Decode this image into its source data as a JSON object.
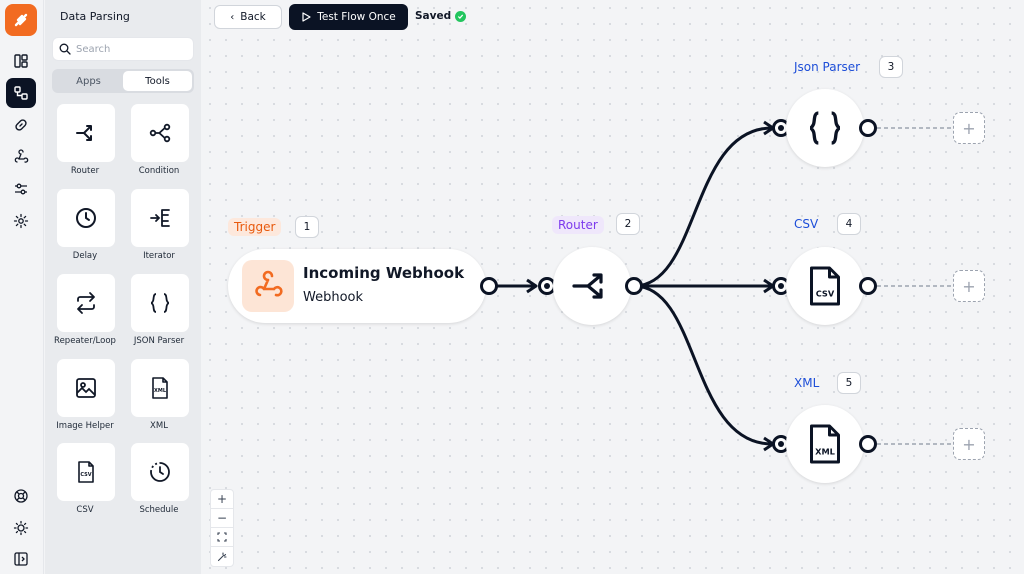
{
  "panel": {
    "title": "Data Parsing",
    "search_placeholder": "Search",
    "tabs": [
      {
        "label": "Apps",
        "active": false
      },
      {
        "label": "Tools",
        "active": true
      }
    ],
    "tools": [
      {
        "label": "Router",
        "icon": "router-icon"
      },
      {
        "label": "Condition",
        "icon": "condition-icon"
      },
      {
        "label": "Delay",
        "icon": "clock-icon"
      },
      {
        "label": "Iterator",
        "icon": "iterator-icon"
      },
      {
        "label": "Repeater/Loop",
        "icon": "repeat-icon"
      },
      {
        "label": "JSON Parser",
        "icon": "braces-icon"
      },
      {
        "label": "Image Helper",
        "icon": "image-icon"
      },
      {
        "label": "XML",
        "icon": "xml-file-icon"
      },
      {
        "label": "CSV",
        "icon": "csv-file-icon"
      },
      {
        "label": "Schedule",
        "icon": "schedule-icon"
      }
    ]
  },
  "toolbar": {
    "back_label": "Back",
    "test_label": "Test Flow Once",
    "status": "Saved"
  },
  "flow": {
    "trigger": {
      "tag": "Trigger",
      "number": "1",
      "title": "Incoming Webhook",
      "subtitle": "Webhook"
    },
    "router": {
      "tag": "Router",
      "number": "2"
    },
    "json_parser": {
      "tag": "Json Parser",
      "number": "3"
    },
    "csv": {
      "tag": "CSV",
      "number": "4",
      "icon_text": "CSV"
    },
    "xml": {
      "tag": "XML",
      "number": "5",
      "icon_text": "XML"
    }
  },
  "zoom_controls": {
    "zoom_in": "+",
    "zoom_out": "−"
  },
  "colors": {
    "brand": "#f26b21",
    "dark": "#0b1324",
    "trigger_tag": "#e8590c",
    "router_tag": "#7c3aed",
    "node_tag": "#1d4ed8",
    "success": "#22c55e"
  }
}
